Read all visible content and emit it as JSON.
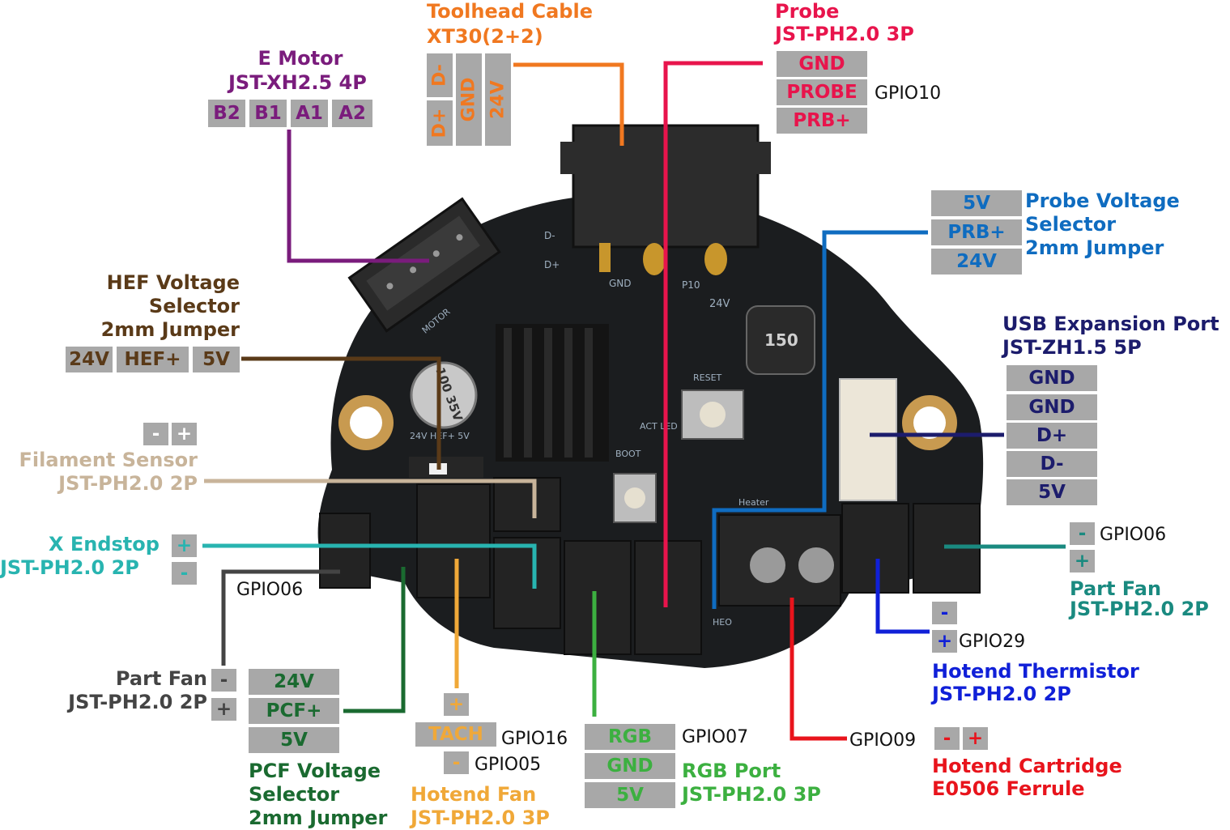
{
  "colors": {
    "motor": "#7a1c7c",
    "toolhead": "#f07820",
    "probe": "#e8144c",
    "probe_voltage": "#0f6cc0",
    "usb": "#1c1c6c",
    "hef": "#5a3a18",
    "filament": "#c8b49a",
    "endstop": "#28b4b0",
    "partfan_right": "#1a8a80",
    "thermistor": "#1020d8",
    "partfan_left": "#444444",
    "pcf": "#1a6a30",
    "hotend_fan": "#f0a838",
    "rgb": "#3cb040",
    "cartridge": "#e8141c",
    "pin_box": "#a8a8a8"
  },
  "e_motor": {
    "title": "E Motor",
    "connector": "JST-XH2.5 4P",
    "pins": [
      "B2",
      "B1",
      "A1",
      "A2"
    ]
  },
  "toolhead_cable": {
    "title": "Toolhead Cable",
    "connector": "XT30(2+2)",
    "pins": [
      {
        "top": "D-",
        "bottom": "D+"
      },
      {
        "full": "GND"
      },
      {
        "full": "24V"
      }
    ]
  },
  "probe": {
    "title": "Probe",
    "connector": "JST-PH2.0 3P",
    "pins": [
      "GND",
      "PROBE",
      "PRB+"
    ],
    "gpio": "GPIO10"
  },
  "probe_voltage": {
    "title_lines": [
      "Probe Voltage",
      "Selector",
      "2mm Jumper"
    ],
    "pins": [
      "5V",
      "PRB+",
      "24V"
    ]
  },
  "usb": {
    "title": "USB Expansion Port",
    "connector": "JST-ZH1.5 5P",
    "pins": [
      "GND",
      "GND",
      "D+",
      "D-",
      "5V"
    ]
  },
  "hef_voltage": {
    "title_lines": [
      "HEF Voltage",
      "Selector",
      "2mm Jumper"
    ],
    "pins": [
      "24V",
      "HEF+",
      "5V"
    ]
  },
  "filament_sensor": {
    "title": "Filament Sensor",
    "connector": "JST-PH2.0 2P",
    "pins": [
      "-",
      "+"
    ]
  },
  "x_endstop": {
    "title": "X Endstop",
    "connector": "JST-PH2.0 2P",
    "pins": [
      "+",
      "-"
    ],
    "gpio": "GPIO06"
  },
  "part_fan_right": {
    "pins": [
      "-",
      "+"
    ],
    "gpio": "GPIO06",
    "title": "Part Fan",
    "connector": "JST-PH2.0 2P"
  },
  "hotend_thermistor": {
    "pins": [
      "-",
      "+"
    ],
    "gpio": "GPIO29",
    "title": "Hotend Thermistor",
    "connector": "JST-PH2.0 2P"
  },
  "part_fan_left": {
    "title": "Part Fan",
    "connector": "JST-PH2.0 2P",
    "pins": [
      "-",
      "+"
    ]
  },
  "pcf_voltage": {
    "pins": [
      "24V",
      "PCF+",
      "5V"
    ],
    "title_lines": [
      "PCF Voltage",
      "Selector",
      "2mm Jumper"
    ]
  },
  "hotend_fan": {
    "pins": [
      "+",
      "TACH",
      "-"
    ],
    "gpio_tach": "GPIO16",
    "gpio_minus": "GPIO05",
    "title": "Hotend Fan",
    "connector": "JST-PH2.0 3P"
  },
  "rgb": {
    "pins": [
      "RGB",
      "GND",
      "5V"
    ],
    "gpio": "GPIO07",
    "title": "RGB Port",
    "connector": "JST-PH2.0 3P"
  },
  "hotend_cartridge": {
    "gpio": "GPIO09",
    "pins": [
      "-",
      "+"
    ],
    "title": "Hotend Cartridge",
    "connector": "E0506 Ferrule"
  },
  "board": {
    "labels": {
      "motor": "MOTOR",
      "gnd": "GND",
      "p10": "P10",
      "v24": "24V",
      "reset": "RESET",
      "boot": "BOOT",
      "act_led": "ACT LED",
      "inductor": "150",
      "cap": "100 35V",
      "dminus": "D-",
      "dplus": "D+",
      "heater": "Heater",
      "heo": "HEO",
      "jumper": "24V HEF+ 5V"
    }
  }
}
